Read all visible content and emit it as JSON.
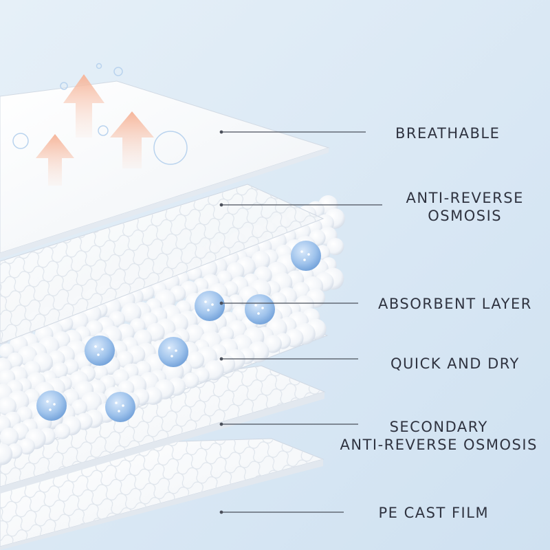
{
  "diagram": {
    "layers": [
      {
        "lines": [
          "BREATHABLE"
        ]
      },
      {
        "lines": [
          "ANTI-REVERSE",
          "OSMOSIS"
        ]
      },
      {
        "lines": [
          "ABSORBENT LAYER"
        ]
      },
      {
        "lines": [
          "QUICK AND DRY"
        ]
      },
      {
        "lines": [
          "SECONDARY",
          "ANTI-REVERSE OSMOSIS"
        ]
      },
      {
        "lines": [
          "PE CAST FILM"
        ]
      }
    ]
  },
  "colors": {
    "background": "#dbe9f5",
    "sheet": "#ffffff",
    "leader_line": "#4a4f5a",
    "arrow": "#f4b9a0",
    "droplet": "#8fb7e6",
    "label_text": "#2f3340"
  }
}
